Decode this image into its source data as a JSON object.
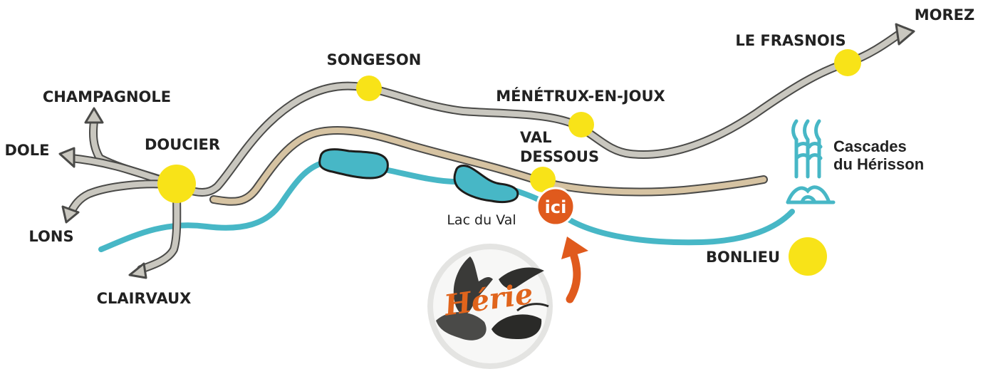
{
  "colors": {
    "road": "#c9c7bf",
    "road_outline": "#4a4a48",
    "alt_road": "#d6c3a2",
    "river": "#47b7c6",
    "lake": "#47b7c6",
    "town": "#f8e318",
    "marker": "#e05a1d",
    "cascade": "#47b7c6",
    "logo": "#e0641c",
    "label": "#222222"
  },
  "towns": {
    "doucier": "DOUCIER",
    "songeson": "SONGESON",
    "menetrux": "MÉNÉTRUX-EN-JOUX",
    "val_dessous_line1": "VAL",
    "val_dessous_line2": "DESSOUS",
    "le_frasnois": "LE FRASNOIS",
    "bonlieu": "BONLIEU"
  },
  "destinations": {
    "champagnole": "CHAMPAGNOLE",
    "dole": "DOLE",
    "lons": "LONS",
    "clairvaux": "CLAIRVAUX",
    "morez": "MOREZ"
  },
  "features": {
    "lake_label": "Lac du Val",
    "cascade_line1": "Cascades",
    "cascade_line2": "du Hérisson"
  },
  "marker": {
    "label": "ici",
    "icon": "location-marker"
  },
  "logo": {
    "text": "Hérie",
    "icon": "animal-park-logo"
  }
}
